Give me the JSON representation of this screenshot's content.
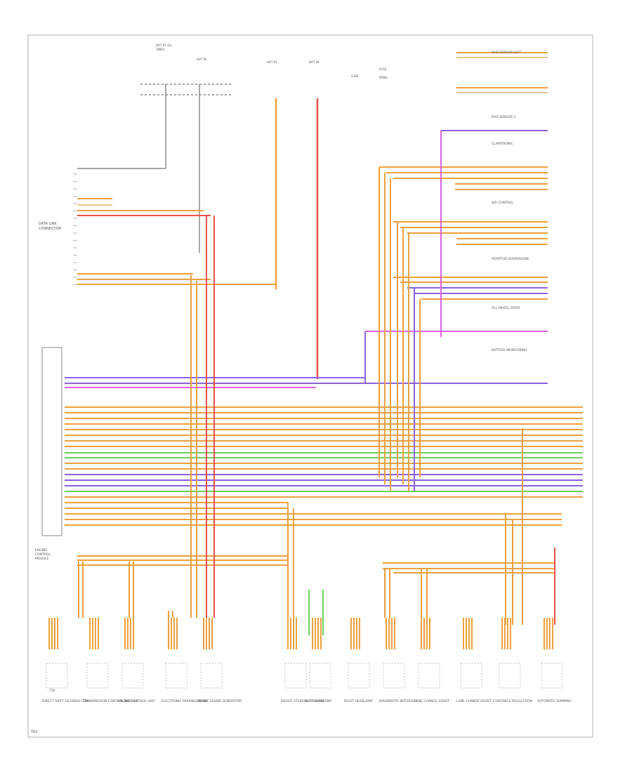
{
  "colors": {
    "orange": "#f0a03c",
    "red": "#e8504a",
    "purple": "#8a63e0",
    "magenta": "#e060e8",
    "green": "#6ccf5a",
    "gray": "#8a8a8a",
    "tan": "#e8c890",
    "border": "#b0b0b0"
  },
  "labels": {
    "left_connector": "DATA LINK CONNECTOR",
    "module": "ENGINE CONTROL MODULE",
    "footer_ref": "T6/I",
    "bottom_left_code": "T16"
  },
  "bottom_components": [
    "DIRECT SHIFT GEARBOX CON",
    "TRANSMISSION CONTROL MODULE",
    "ENGINE CONTROL UNIT",
    "ELECTRONIC PARKING BRAKE",
    "ENGINE SOUND GENERATOR",
    "DEVICE STEERING COLUMN",
    "LEFT HEADLAMP",
    "RIGHT HEADLAMP",
    "DIAGNOSTIC INTERFACE",
    "LANE CHANGE ASSIST",
    "LANE CHANGE ASSIST 2",
    "DISTANCE REGULATION",
    "AUTOMATIC DIMMING"
  ],
  "right_components": [
    "RHD SENSOR LEFT",
    "RHD SENSOR 2",
    "CLIMATRONIC",
    "AIR CONTROL",
    "ADAPTIVE SUSPENSION",
    "ALL WHEEL DRIVE",
    "BATTERY MONITORING"
  ]
}
